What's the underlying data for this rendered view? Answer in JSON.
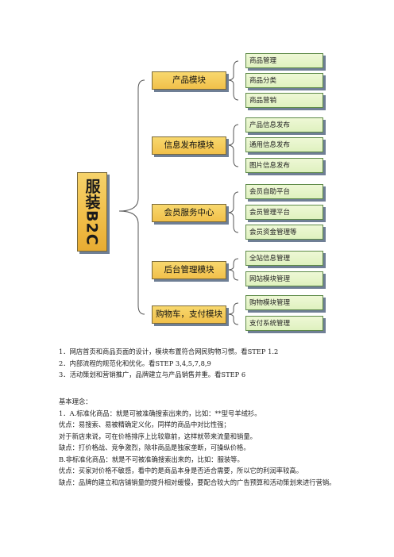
{
  "root": {
    "label": "服装B2C"
  },
  "modules": [
    {
      "label": "产品模块",
      "items": [
        "商品管理",
        "商品分类",
        "商品营销"
      ]
    },
    {
      "label": "信息发布模块",
      "items": [
        "产品信息发布",
        "通用信息发布",
        "图片信息发布"
      ]
    },
    {
      "label": "会员服务中心",
      "items": [
        "会员自助平台",
        "会员管理平台",
        "会员资金管理等"
      ]
    },
    {
      "label": "后台管理模块",
      "items": [
        "全站信息管理",
        "网站模块管理"
      ]
    },
    {
      "label": "购物车，支付模块",
      "items": [
        "购物模块管理",
        "支付系统管理"
      ]
    }
  ],
  "steps": [
    "1．网店首页和商品页面的设计，模块布置符合网民购物习惯。看STEP 1.2",
    "2．内部流程的规范化和优化。看STEP 3,4,5,7,8,9",
    "3．活动策划和营销推广，品牌建立与产品销售并重。看STEP 6"
  ],
  "concepts": {
    "heading": "基本理念：",
    "lines": [
      "1．A.标准化商品：就是可被准确搜索出来的，比如：**型号羊绒衫。",
      "优点：易搜索、易被精确定义化，同样的商品中对比性强；",
      "对于新店来说，可在价格排序上比较靠前，这样就带来流量和销量。",
      "缺点：打价格战、竞争激烈，除非商品是独家垄断，可操纵价格。",
      "B.非标准化商品：就是不可被准确搜索出来的，比如：服装等。",
      "优点：买家对价格不敏感，看中的是商品本身是否适合需要，所以它的利润率较高。",
      "缺点：品牌的建立和店铺销量的提升相对缓慢，要配合较大的广告预算和活动策划来进行营销。"
    ]
  }
}
